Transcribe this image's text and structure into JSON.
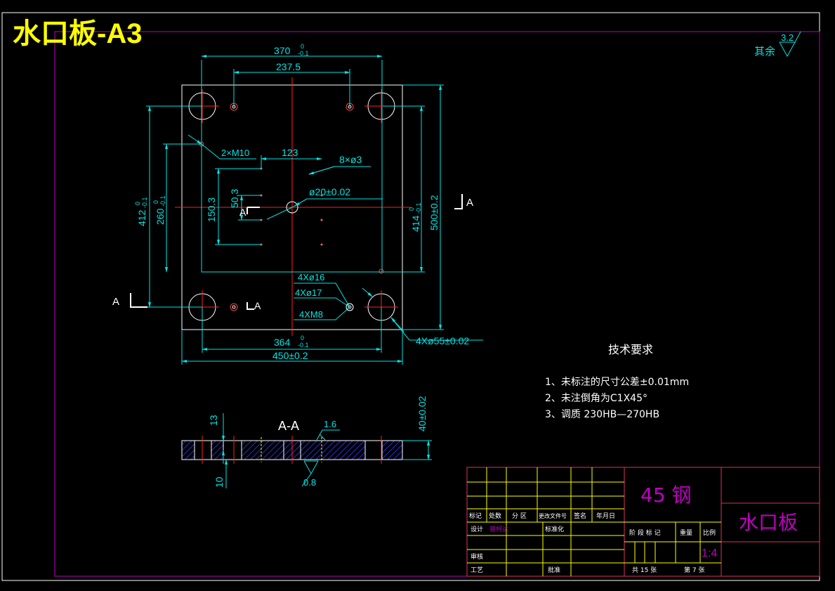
{
  "title": "水口板-A3",
  "roughness_general": {
    "prefix": "其余",
    "value": "3.2"
  },
  "dims": {
    "d370": "370",
    "d370_tol_upper": "0",
    "d370_tol_lower": "-0.1",
    "d237": "237.5",
    "d412": "412",
    "d412_tol_upper": "0",
    "d412_tol_lower": "-0.1",
    "d260": "260",
    "d260_tol_upper": "0",
    "d260_tol_lower": "-0.1",
    "d150": "150.3",
    "d50": "50.3",
    "d123": "123",
    "d414": "414",
    "d414_tol_upper": "0",
    "d414_tol_lower": "-0.1",
    "d500": "500±0.2",
    "d364": "364",
    "d364_tol_upper": "0",
    "d364_tol_lower": "-0.1",
    "d450": "450±0.2",
    "d13": "13",
    "d10": "10",
    "d40": "40±0.02"
  },
  "callouts": {
    "m10": "2×M10",
    "phi3": "8×ø3",
    "phi20": "ø20±0.02",
    "phi16": "4Xø16",
    "phi17": "4Xø17",
    "m8": "4XM8",
    "phi55": "4Xø55±0.02"
  },
  "section": {
    "label": "A-A",
    "mark": "A",
    "roughness_top": "1.6",
    "roughness_bottom": "0.8"
  },
  "tech": {
    "heading": "技术要求",
    "items": [
      "1、未标注的尺寸公差±0.01mm",
      "2、未注倒角为C1X45°",
      "3、调质  230HB—270HB"
    ]
  },
  "titleblock": {
    "material": "45 钢",
    "part_name": "水口板",
    "scale": "1:4",
    "row_labels": [
      "标记",
      "处数",
      "分 区",
      "更改文件号",
      "签名",
      "年月日"
    ],
    "design": "设计",
    "designer": "曾柯达",
    "standardization": "标准化",
    "review": "审核",
    "process": "工艺",
    "approve": "批准",
    "stage_mark": "阶 段 标 记",
    "weight": "重量",
    "scale_label": "比例",
    "sheets_total": "共 15 张",
    "sheet_no": "第 7 张"
  }
}
